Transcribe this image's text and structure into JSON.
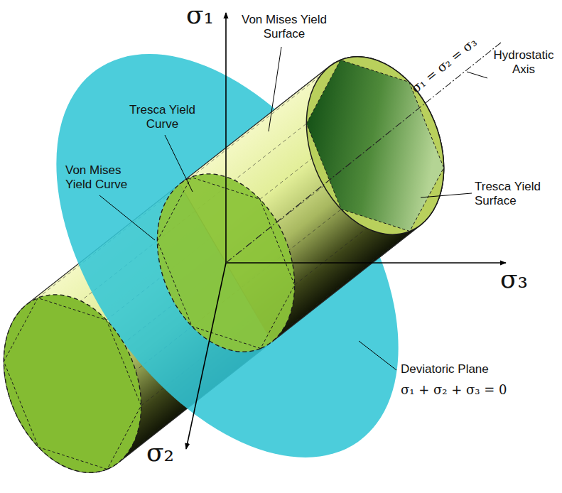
{
  "diagram": {
    "labels": [
      "σ₁",
      "Von Mises Yield Surface",
      "σ₁ = σ₂ = σ₃",
      "Hydrostatic Axis",
      "Tresca Yield Curve",
      "Von Mises Yield Curve",
      "Tresca Yield Surface",
      "σ₃",
      "Deviatoric Plane",
      "σ₁ + σ₂ + σ₃ = 0",
      "σ₂"
    ]
  }
}
